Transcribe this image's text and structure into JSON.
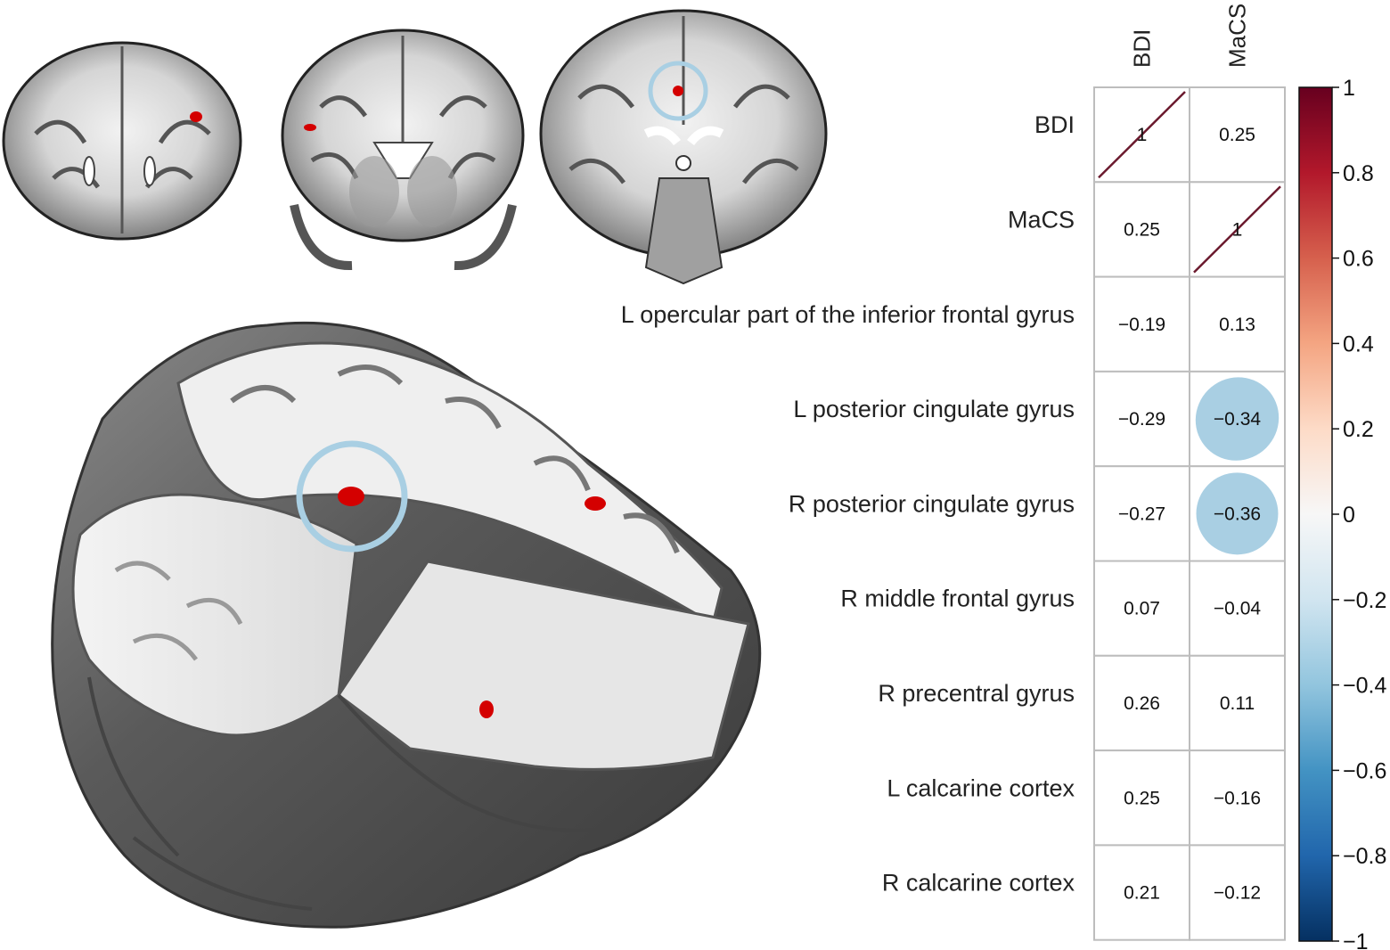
{
  "chart_data": {
    "type": "heatmap",
    "columns": [
      "BDI",
      "MaCS"
    ],
    "rows": [
      "BDI",
      "MaCS",
      "L opercular part of the inferior frontal gyrus",
      "L posterior cingulate gyrus",
      "R posterior cingulate gyrus",
      "R middle frontal gyrus",
      "R  precentral gyrus",
      "L calcarine cortex",
      "R calcarine cortex"
    ],
    "values": [
      [
        1,
        0.25
      ],
      [
        0.25,
        1
      ],
      [
        -0.19,
        0.13
      ],
      [
        -0.29,
        -0.34
      ],
      [
        -0.27,
        -0.36
      ],
      [
        0.07,
        -0.04
      ],
      [
        0.26,
        0.11
      ],
      [
        0.25,
        -0.16
      ],
      [
        0.21,
        -0.12
      ]
    ],
    "labels": [
      [
        "1",
        "0.25"
      ],
      [
        "0.25",
        "1"
      ],
      [
        "−0.19",
        "0.13"
      ],
      [
        "−0.29",
        "−0.34"
      ],
      [
        "−0.27",
        "−0.36"
      ],
      [
        "0.07",
        "−0.04"
      ],
      [
        "0.26",
        "0.11"
      ],
      [
        "0.25",
        "−0.16"
      ],
      [
        "0.21",
        "−0.12"
      ]
    ],
    "highlighted": [
      [
        3,
        1
      ],
      [
        4,
        1
      ]
    ],
    "highlight_color": "#a9cfe3",
    "diagonal_color": "#6b1a2e",
    "colorbar": {
      "range": [
        -1,
        1
      ],
      "ticks": [
        "1",
        "0.8",
        "0.6",
        "0.4",
        "0.2",
        "0",
        "−0.2",
        "−0.4",
        "−0.6",
        "−0.8",
        "−1"
      ],
      "colors": [
        "#67001f",
        "#b2182b",
        "#d6604d",
        "#f4a582",
        "#fddbc7",
        "#f7f7f7",
        "#d1e5f0",
        "#92c5de",
        "#4393c3",
        "#2166ac",
        "#053061"
      ]
    },
    "grid": true,
    "legend": "right"
  },
  "brain_panel": {
    "coronal_slices": 3,
    "cluster_color": "#d40000",
    "circle_color": "#a9cfe3"
  }
}
